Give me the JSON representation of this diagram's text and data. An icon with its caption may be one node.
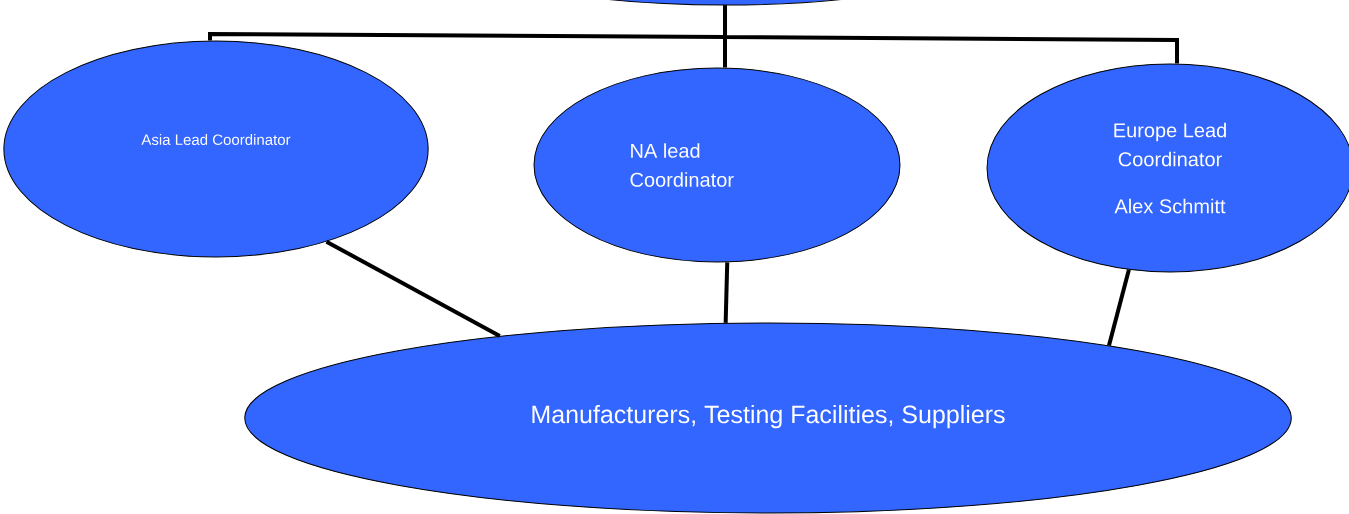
{
  "diagram": {
    "nodes": [
      {
        "text": [],
        "shape": "ellipse"
      },
      {
        "text": [
          "Asia Lead Coordinator"
        ]
      },
      {
        "text": [
          "NA lead Coordinator"
        ]
      },
      {
        "text": [
          "Europe Lead Coordinator",
          "Alex Schmitt"
        ]
      },
      {
        "text": [
          "Manufacturers, Testing Facilities, Suppliers"
        ]
      }
    ],
    "edges": [
      {
        "from": 0,
        "to": 1,
        "arrow": "none"
      },
      {
        "from": 0,
        "to": 2,
        "arrow": "none"
      },
      {
        "from": 0,
        "to": 3,
        "arrow": "none"
      },
      {
        "from": 1,
        "to": 4,
        "arrow": "none"
      },
      {
        "from": 2,
        "to": 4,
        "arrow": "none"
      },
      {
        "from": 3,
        "to": 4,
        "arrow": "none"
      }
    ]
  }
}
